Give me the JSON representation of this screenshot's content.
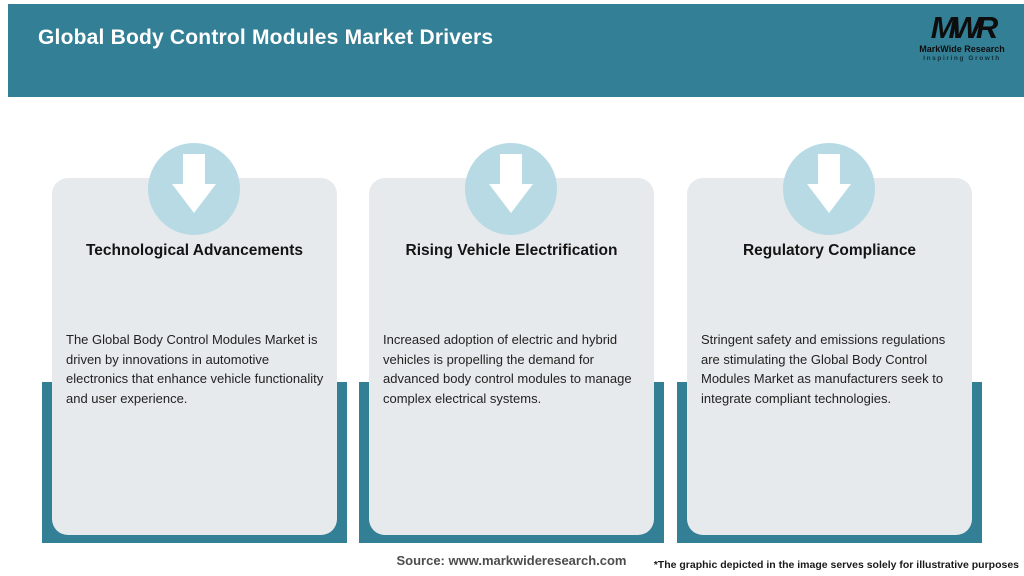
{
  "header": {
    "title": "Global Body Control Modules Market Drivers",
    "logo": {
      "monogram": "MWR",
      "name": "MarkWide Research",
      "tagline": "Inspiring Growth"
    }
  },
  "cards": [
    {
      "icon": "down-arrow-icon",
      "title": "Technological Advancements",
      "description": "The Global Body Control Modules Market is driven by innovations in automotive electronics that enhance vehicle functionality and user experience."
    },
    {
      "icon": "down-arrow-icon",
      "title": "Rising Vehicle Electrification",
      "description": "Increased adoption of electric and hybrid vehicles is propelling the demand for advanced body control modules to manage complex electrical systems."
    },
    {
      "icon": "down-arrow-icon",
      "title": "Regulatory Compliance",
      "description": "Stringent safety and emissions regulations are stimulating the Global Body Control Modules Market as manufacturers seek to integrate compliant technologies."
    }
  ],
  "footer": {
    "source": "Source: www.markwideresearch.com",
    "disclaimer": "*The graphic depicted in the image serves solely for illustrative purposes"
  },
  "colors": {
    "teal": "#337f95",
    "card_background": "#e7eaec",
    "icon_circle": "#b7dae4",
    "title_text": "#ffffff",
    "logo_text": "#0d0d0d"
  }
}
